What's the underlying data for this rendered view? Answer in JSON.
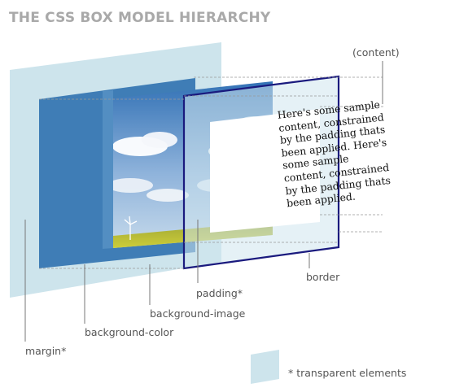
{
  "title": "THE CSS BOX MODEL HIERARCHY",
  "labels": {
    "content": "(content)",
    "border": "border",
    "padding": "padding*",
    "background_image": "background-image",
    "background_color": "background-color",
    "margin": "margin*",
    "legend": "* transparent elements"
  },
  "sample_text": "Here's some sample content, constrained by the padding thats been applied. Here's some sample content, constrained by the padding thats been applied.",
  "colors": {
    "margin": "#cde4ec",
    "background_color": "#3f7db6",
    "border": "#1a1a7e",
    "sky_top": "#2f6fb4",
    "sky_bottom": "#a9c6e3",
    "field": "#b5ba2a",
    "title": "#a9a9a9",
    "label": "#555555",
    "leader": "#777777"
  }
}
